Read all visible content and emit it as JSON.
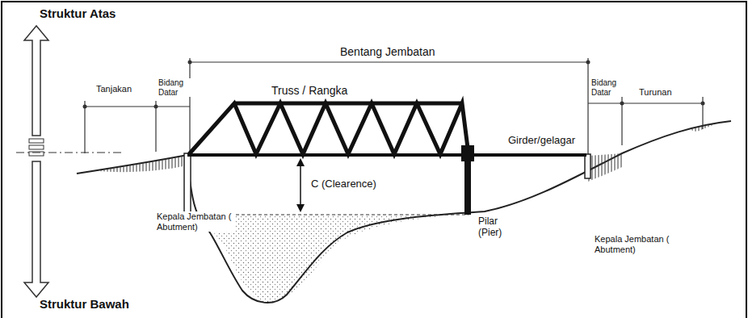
{
  "diagram": {
    "labels": [
      "Struktur Atas",
      "Struktur Bawah",
      "Bentang Jembatan",
      "Tanjakan",
      "Bidang Datar",
      "Truss / Rangka",
      "Girder/gelagar",
      "C (Clearence)",
      "Kepala Jembatan ( Abutment)",
      "Pilar (Pier)",
      "Bidang Datar",
      "Turunan",
      "Kepala Jembatan ( Abutment)"
    ]
  }
}
